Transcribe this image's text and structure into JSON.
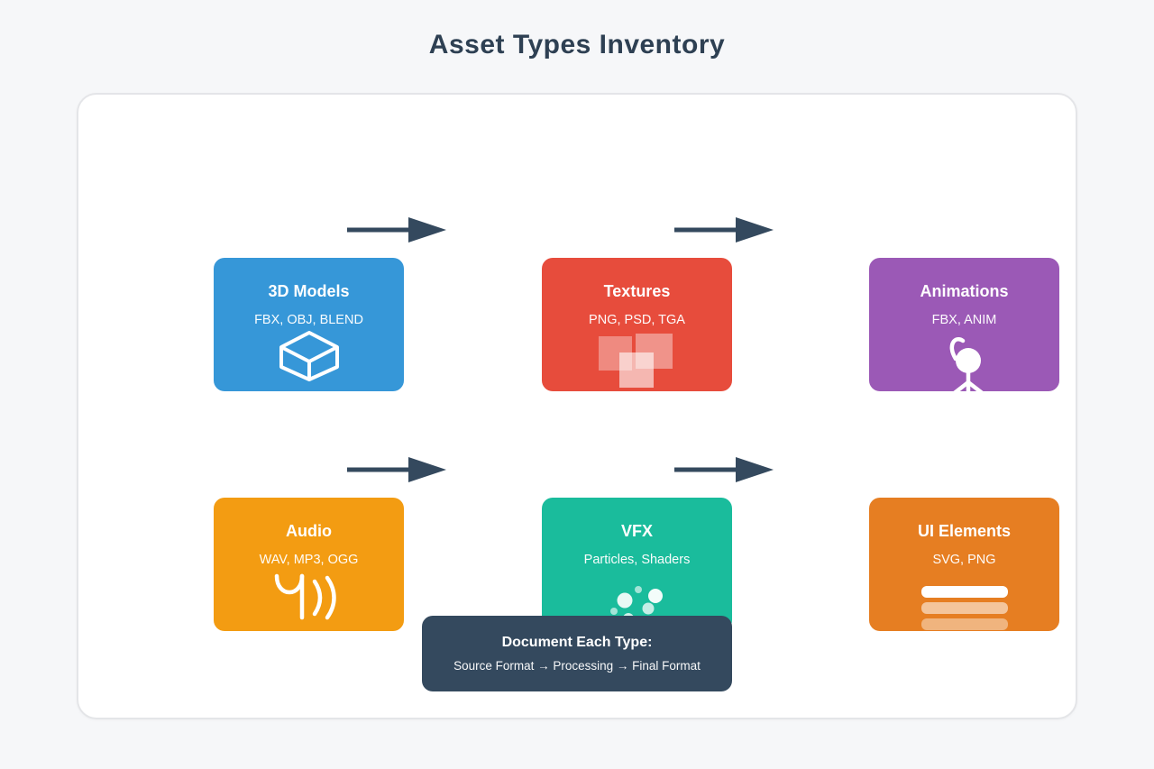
{
  "page": {
    "title": "Asset Types Inventory"
  },
  "cards": [
    {
      "title": "3D Models",
      "formats": "FBX, OBJ, BLEND",
      "icon": "cube-icon",
      "color": "#3697d8"
    },
    {
      "title": "Textures",
      "formats": "PNG, PSD, TGA",
      "icon": "layers-icon",
      "color": "#e74c3c"
    },
    {
      "title": "Animations",
      "formats": "FBX, ANIM",
      "icon": "stick-figure-icon",
      "color": "#9b59b6"
    },
    {
      "title": "Audio",
      "formats": "WAV, MP3, OGG",
      "icon": "speaker-waves-icon",
      "color": "#f39c12"
    },
    {
      "title": "VFX",
      "formats": "Particles, Shaders",
      "icon": "particles-icon",
      "color": "#1abc9c"
    },
    {
      "title": "UI Elements",
      "formats": "SVG, PNG",
      "icon": "ui-bars-icon",
      "color": "#e67e22"
    }
  ],
  "note": {
    "title": "Document Each Type:",
    "subtitle": "Source Format → Processing → Final Format",
    "color": "#34495e"
  },
  "colors": {
    "background": "#f6f7f9",
    "arrow": "#34495e",
    "panel_border": "#e4e5e8"
  }
}
